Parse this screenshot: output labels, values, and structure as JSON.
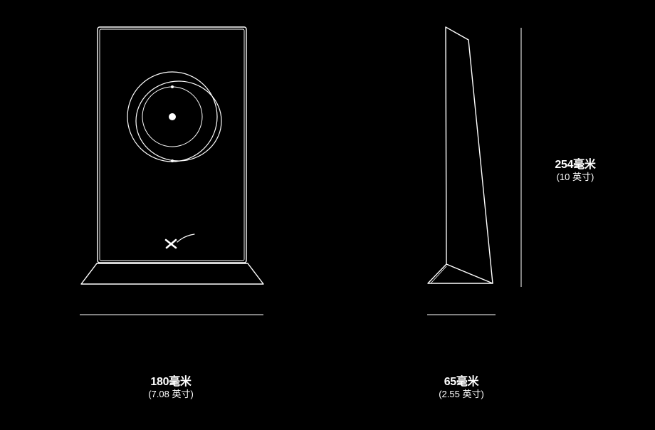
{
  "colors": {
    "background": "#000000",
    "line": "#ffffff"
  },
  "icons": {
    "logo": "starlink-x-logo"
  },
  "dimensions": {
    "width": {
      "metric": "180毫米",
      "imperial": "(7.08 英寸)"
    },
    "depth": {
      "metric": "65毫米",
      "imperial": "(2.55 英寸)"
    },
    "height": {
      "metric": "254毫米",
      "imperial": "(10 英寸)"
    }
  }
}
